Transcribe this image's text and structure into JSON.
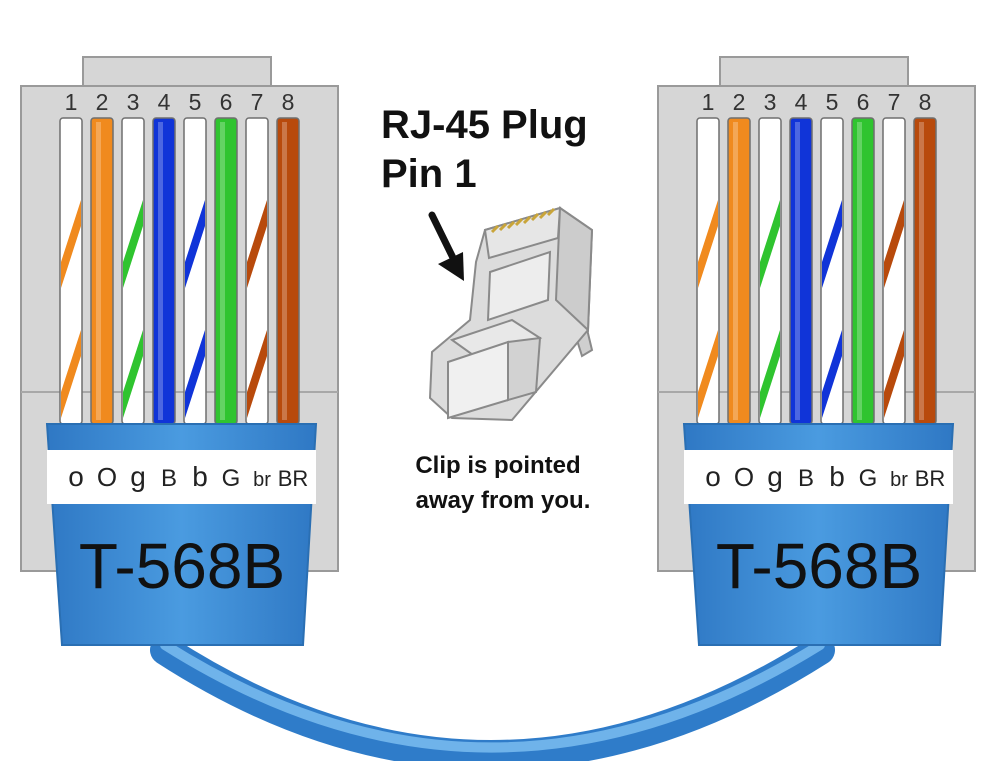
{
  "title": {
    "line1": "RJ-45 Plug",
    "line2": "Pin 1"
  },
  "note": {
    "line1": "Clip is pointed",
    "line2": "away from you."
  },
  "colors": {
    "orange": "#f08a1e",
    "green": "#2fc42f",
    "blue": "#1034d8",
    "brown": "#b84a0c",
    "white": "#ffffff",
    "boot": "#3f8fd8",
    "housing": "#d6d6d6",
    "cable": "#5aa9ea"
  },
  "connectors": [
    {
      "standard": "T-568B",
      "pins": [
        {
          "number": "1",
          "code": "o",
          "color": "orange",
          "striped": true
        },
        {
          "number": "2",
          "code": "O",
          "color": "orange",
          "striped": false
        },
        {
          "number": "3",
          "code": "g",
          "color": "green",
          "striped": true
        },
        {
          "number": "4",
          "code": "B",
          "color": "blue",
          "striped": false
        },
        {
          "number": "5",
          "code": "b",
          "color": "blue",
          "striped": true
        },
        {
          "number": "6",
          "code": "G",
          "color": "green",
          "striped": false
        },
        {
          "number": "7",
          "code": "br",
          "color": "brown",
          "striped": true
        },
        {
          "number": "8",
          "code": "BR",
          "color": "brown",
          "striped": false
        }
      ]
    },
    {
      "standard": "T-568B",
      "pins": [
        {
          "number": "1",
          "code": "o",
          "color": "orange",
          "striped": true
        },
        {
          "number": "2",
          "code": "O",
          "color": "orange",
          "striped": false
        },
        {
          "number": "3",
          "code": "g",
          "color": "green",
          "striped": true
        },
        {
          "number": "4",
          "code": "B",
          "color": "blue",
          "striped": false
        },
        {
          "number": "5",
          "code": "b",
          "color": "blue",
          "striped": true
        },
        {
          "number": "6",
          "code": "G",
          "color": "green",
          "striped": false
        },
        {
          "number": "7",
          "code": "br",
          "color": "brown",
          "striped": true
        },
        {
          "number": "8",
          "code": "BR",
          "color": "brown",
          "striped": false
        }
      ]
    }
  ]
}
